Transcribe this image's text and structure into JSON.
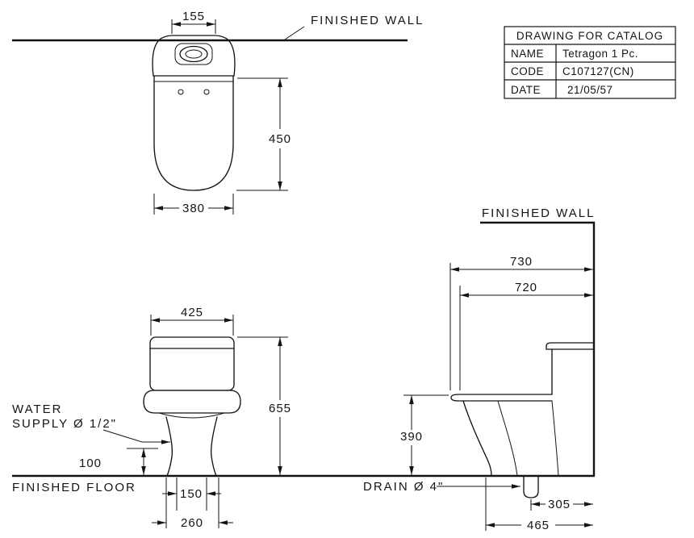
{
  "title_block": {
    "header": "DRAWING FOR CATALOG",
    "rows": [
      {
        "label": "NAME",
        "value": "Tetragon 1 Pc."
      },
      {
        "label": "CODE",
        "value": "C107127(CN)"
      },
      {
        "label": "DATE",
        "value": "21/05/57"
      }
    ]
  },
  "labels": {
    "finished_wall_top": "FINISHED WALL",
    "finished_wall_side": "FINISHED WALL",
    "finished_floor": "FINISHED FLOOR",
    "water_supply_line1": "WATER",
    "water_supply_line2": "SUPPLY Ø 1/2\"",
    "drain": "DRAIN Ø 4\""
  },
  "dims": {
    "top_view": {
      "lid_width": "155",
      "depth": "450",
      "seat_width": "380"
    },
    "front_view": {
      "tank_width": "425",
      "overall_height": "655",
      "supply_height": "100",
      "trap_distance": "150",
      "base_width": "260"
    },
    "side_view": {
      "overall_depth": "730",
      "body_depth": "720",
      "rim_height": "390",
      "drain_to_wall": "305",
      "front_base_to_wall": "465"
    }
  }
}
